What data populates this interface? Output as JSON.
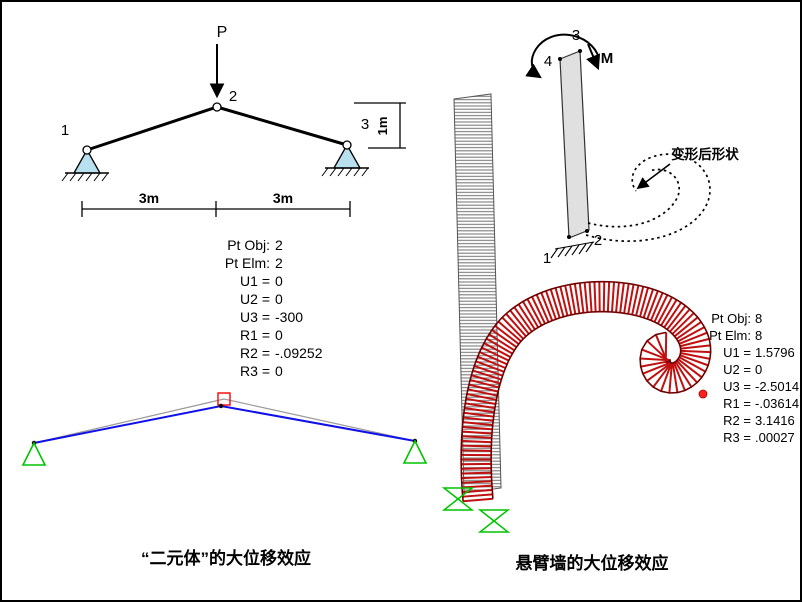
{
  "colors": {
    "member_black": "#000000",
    "deformed_blue": "#1010e8",
    "undeformed_gray": "#9a9a9a",
    "marker_red": "#ff0000",
    "joint_red": "#ff2020",
    "support_green": "#00c400",
    "support_pin_cyan": "#b8e0ef",
    "ribbon_stripe": "#c01010",
    "ribbon_edge": "#700000",
    "wall_hatch_gray": "#7d7d7d"
  },
  "left": {
    "load_label": "P",
    "nodes": {
      "n1": "1",
      "n2": "2",
      "n3": "3"
    },
    "dims": {
      "height": "1m",
      "span_left": "3m",
      "span_right": "3m"
    },
    "results": {
      "rows": [
        {
          "label": "Pt Obj:",
          "value": "2"
        },
        {
          "label": "Pt Elm:",
          "value": "2"
        },
        {
          "label": "U1 =",
          "value": "0"
        },
        {
          "label": "U2 =",
          "value": "0"
        },
        {
          "label": "U3 =",
          "value": "-300"
        },
        {
          "label": "R1 =",
          "value": "0"
        },
        {
          "label": "R2 =",
          "value": "-.09252"
        },
        {
          "label": "R3 =",
          "value": "0"
        }
      ]
    },
    "caption": "“二元体”的大位移效应"
  },
  "right": {
    "moment_label": "M",
    "nodes": {
      "n1": "1",
      "n2": "2",
      "n3": "3",
      "n4": "4"
    },
    "deformed_shape_label": "变形后形状",
    "results": {
      "rows": [
        {
          "label": "Pt Obj:",
          "value": "8"
        },
        {
          "label": "Pt Elm:",
          "value": "8"
        },
        {
          "label": "U1 =",
          "value": "1.5796"
        },
        {
          "label": "U2 =",
          "value": "0"
        },
        {
          "label": "U3 =",
          "value": "-2.5014"
        },
        {
          "label": "R1 =",
          "value": "-.03614"
        },
        {
          "label": "R2 =",
          "value": "3.1416"
        },
        {
          "label": "R3 =",
          "value": ".00027"
        }
      ]
    },
    "caption": "悬臂墙的大位移效应"
  }
}
